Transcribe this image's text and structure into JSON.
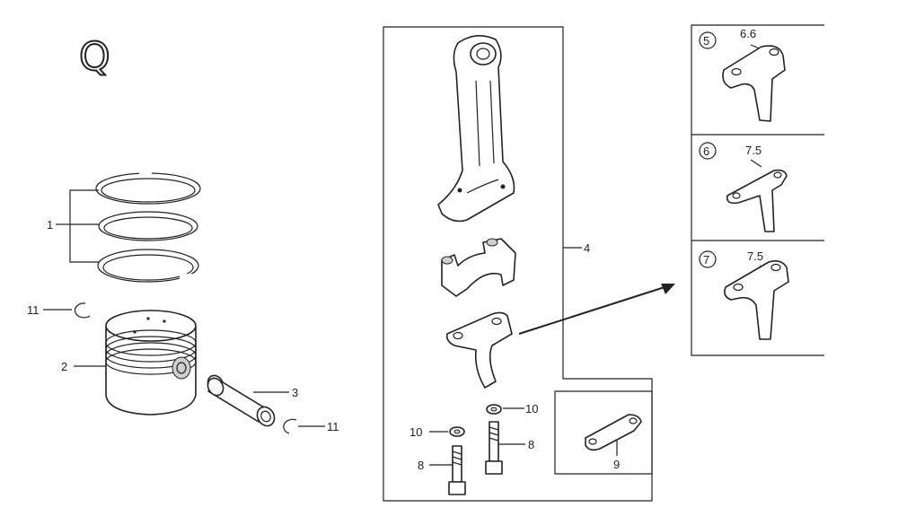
{
  "section_letter": "Q",
  "callouts": {
    "c1": "1",
    "c2": "2",
    "c3": "3",
    "c4": "4",
    "c8a": "8",
    "c8b": "8",
    "c9": "9",
    "c10a": "10",
    "c10b": "10",
    "c11a": "11",
    "c11b": "11"
  },
  "variants": [
    {
      "number": "5",
      "dimension": "6.6"
    },
    {
      "number": "6",
      "dimension": "7.5"
    },
    {
      "number": "7",
      "dimension": "7.5"
    }
  ]
}
